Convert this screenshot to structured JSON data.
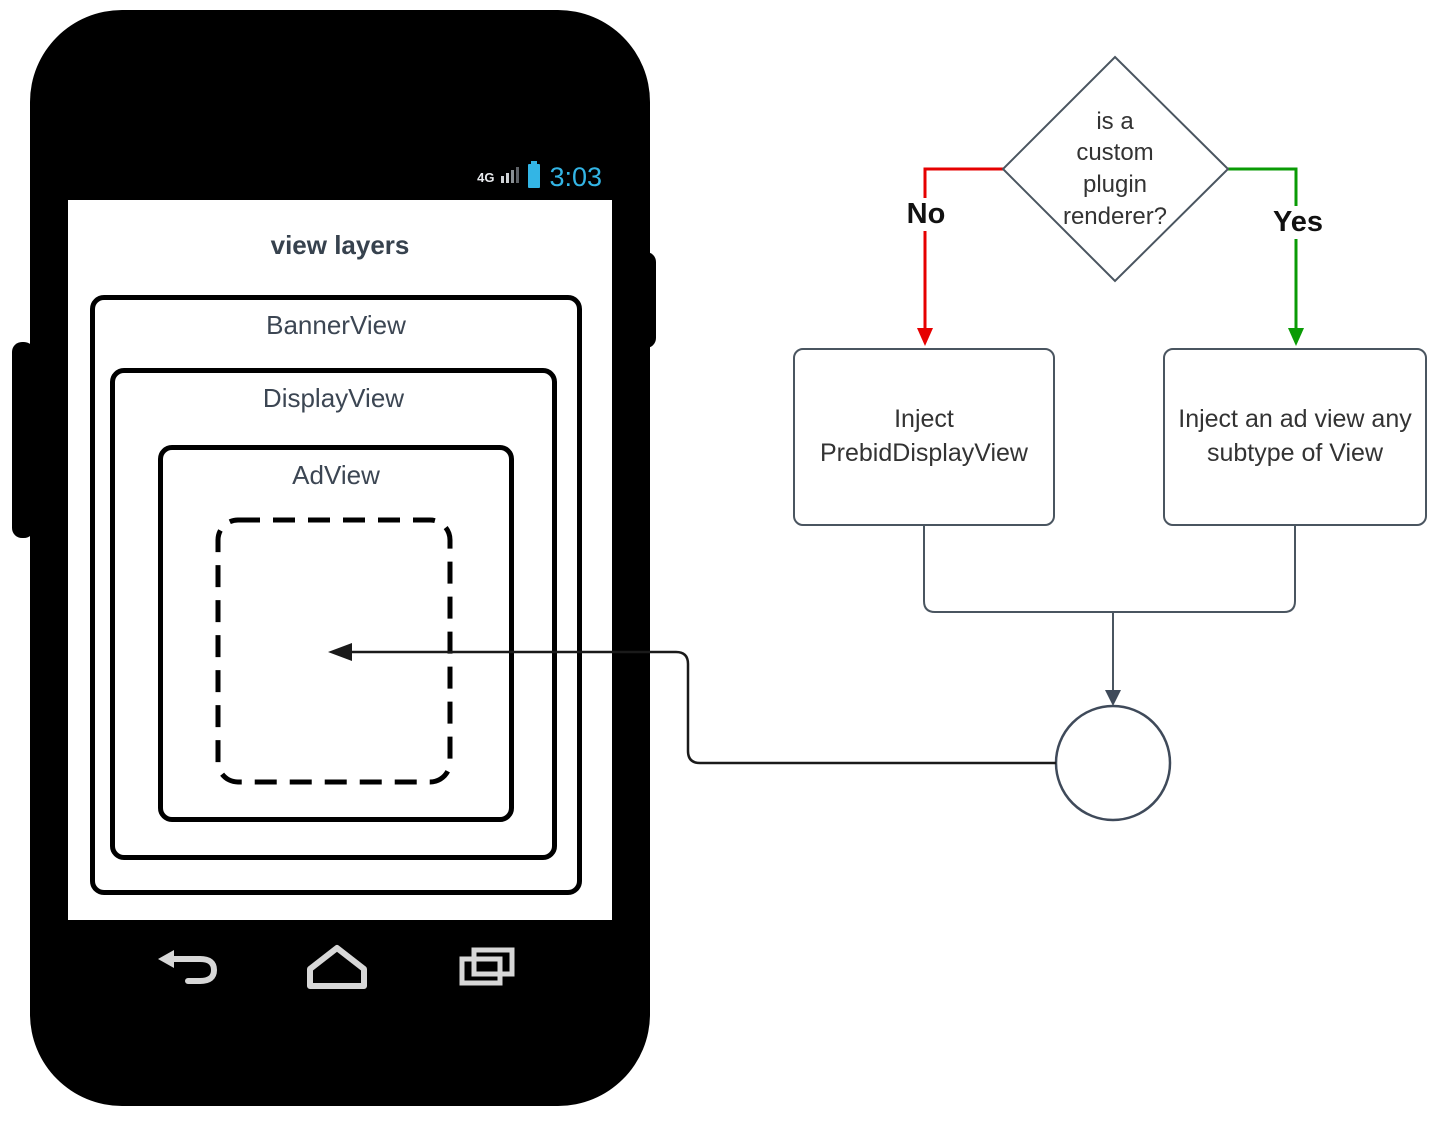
{
  "palette": {
    "no_red": "#e60000",
    "yes_green": "#0a9b05",
    "connector_gray": "#4a5560",
    "arrow_dark": "#3f4a5a",
    "status_blue": "#33b5e5",
    "ink": "#000000"
  },
  "phone": {
    "status_bar": {
      "network": "4G",
      "time": "3:03"
    },
    "title": "view layers",
    "layers": {
      "banner": "BannerView",
      "display": "DisplayView",
      "ad": "AdView"
    },
    "icons": {
      "signal": "signal-bars-icon",
      "battery": "battery-icon",
      "back": "back-icon",
      "home": "home-icon",
      "recents": "recent-apps-icon"
    }
  },
  "flowchart": {
    "decision": "is a custom plugin renderer?",
    "no_label": "No",
    "yes_label": "Yes",
    "no_box": "Inject PrebidDisplayView",
    "yes_box": "Inject an ad view any subtype of View"
  }
}
